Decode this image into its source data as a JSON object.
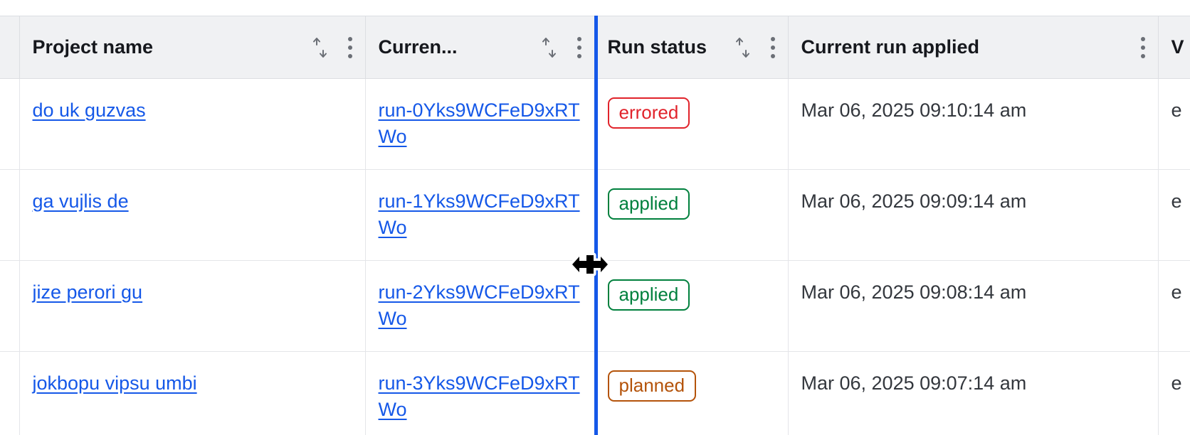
{
  "table": {
    "columns": [
      {
        "key": "select",
        "label": "",
        "has_sort": false,
        "has_menu": false,
        "truncated": false
      },
      {
        "key": "project",
        "label": "Project name",
        "has_sort": true,
        "has_menu": true,
        "truncated": false
      },
      {
        "key": "current_run",
        "label": "Curren...",
        "has_sort": true,
        "has_menu": true,
        "truncated": true
      },
      {
        "key": "run_status",
        "label": "Run status",
        "has_sort": true,
        "has_menu": true,
        "truncated": false
      },
      {
        "key": "applied",
        "label": "Current run applied",
        "has_sort": false,
        "has_menu": true,
        "truncated": false
      },
      {
        "key": "next",
        "label": "V",
        "has_sort": false,
        "has_menu": false,
        "truncated": true
      }
    ],
    "rows": [
      {
        "project_name": "do uk guzvas",
        "current_run": "run-0Yks9WCFeD9xRTWo",
        "run_status": "errored",
        "run_status_variant": "errored",
        "current_run_applied": "Mar 06, 2025 09:10:14 am",
        "next_col": "e"
      },
      {
        "project_name": "ga vujlis de",
        "current_run": "run-1Yks9WCFeD9xRTWo",
        "run_status": "applied",
        "run_status_variant": "applied",
        "current_run_applied": "Mar 06, 2025 09:09:14 am",
        "next_col": "e"
      },
      {
        "project_name": "jize perori gu",
        "current_run": "run-2Yks9WCFeD9xRTWo",
        "run_status": "applied",
        "run_status_variant": "applied",
        "current_run_applied": "Mar 06, 2025 09:08:14 am",
        "next_col": "e"
      },
      {
        "project_name": "jokbopu vipsu umbi",
        "current_run": "run-3Yks9WCFeD9xRTWo",
        "run_status": "planned",
        "run_status_variant": "planned",
        "current_run_applied": "Mar 06, 2025 09:07:14 am",
        "next_col": "e"
      }
    ]
  },
  "interaction": {
    "column_resize_active": true,
    "resize_column": "Curren...",
    "cursor": "col-resize"
  },
  "colors": {
    "link": "#1558E8",
    "resize_indicator": "#1558E8",
    "header_bg": "#F0F1F3",
    "status_errored": "#E1232B",
    "status_applied": "#00803D",
    "status_planned": "#B4530A"
  },
  "icons": {
    "sort": "sort-arrows-icon",
    "menu": "kebab-menu-icon",
    "cursor": "col-resize-cursor-icon"
  }
}
